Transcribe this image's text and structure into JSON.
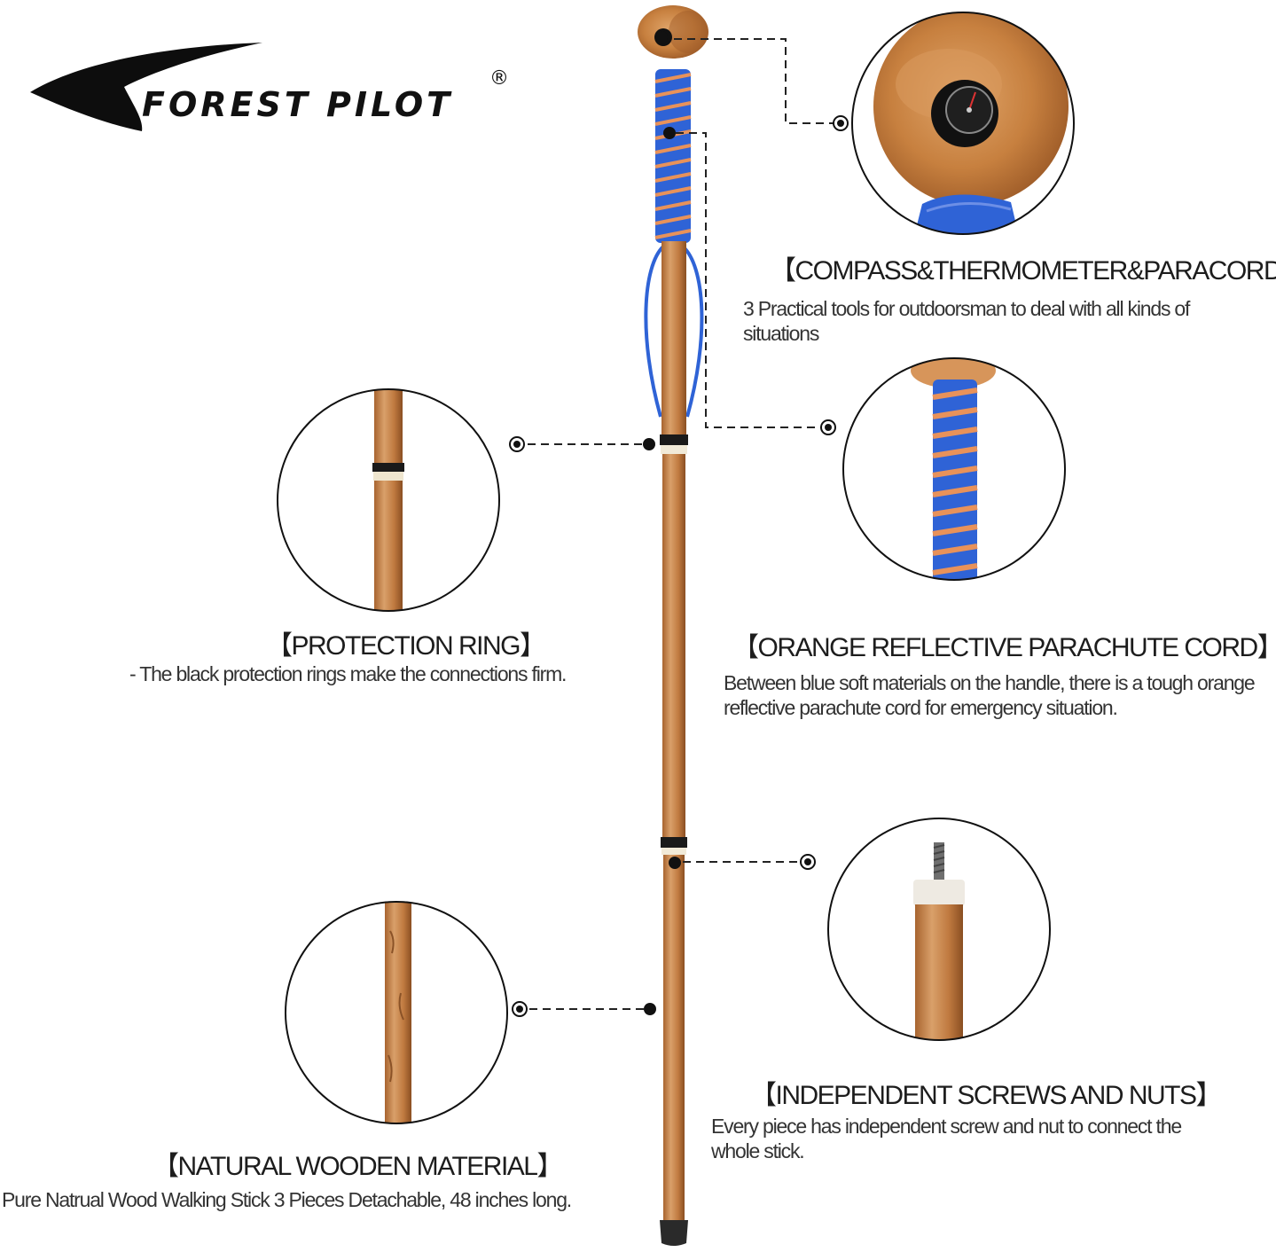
{
  "brand": {
    "name": "FOREST PILOT",
    "registered": "®"
  },
  "features": [
    {
      "title": "【COMPASS&THERMOMETER&PARACORD】",
      "description": "3 Practical tools for outdoorsman to deal with all kinds of situations"
    },
    {
      "title": "【PROTECTION RING】",
      "description": "- The black protection rings make the connections firm."
    },
    {
      "title": "【ORANGE REFLECTIVE PARACHUTE CORD】",
      "description": "Between blue soft materials on the handle, there is a tough orange reflective parachute cord for emergency situation."
    },
    {
      "title": "【INDEPENDENT SCREWS AND NUTS】",
      "description": "Every piece has independent screw and nut to connect the whole stick."
    },
    {
      "title": "【NATURAL WOODEN MATERIAL】",
      "description": "Pure Natrual Wood Walking Stick 3 Pieces Detachable, 48 inches long."
    }
  ],
  "colors": {
    "wood": "#c98a4e",
    "wood_dark": "#8a5227",
    "paracord_blue": "#2f63d6",
    "reflective_orange": "#e8925a",
    "ring_black": "#1a1a1a"
  },
  "icons": [
    "brand-swoosh-logo",
    "compass-thermometer-icon"
  ]
}
